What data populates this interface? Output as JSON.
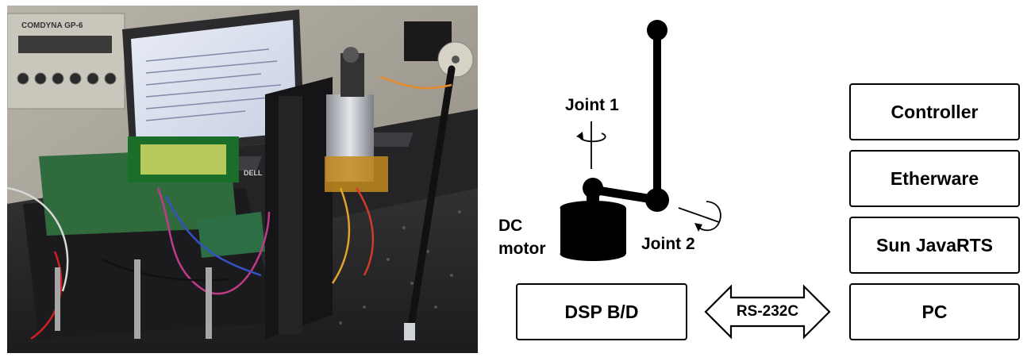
{
  "photo": {
    "panel_brand": "COMDYNA GP-6",
    "laptop_brand": "DELL"
  },
  "diagram": {
    "labels": {
      "joint1": "Joint 1",
      "joint2": "Joint 2",
      "dc_motor_line1": "DC",
      "dc_motor_line2": "motor"
    },
    "stack": [
      "Controller",
      "Etherware",
      "Sun JavaRTS",
      "PC"
    ],
    "dsp_board": "DSP B/D",
    "link": "RS-232C"
  }
}
